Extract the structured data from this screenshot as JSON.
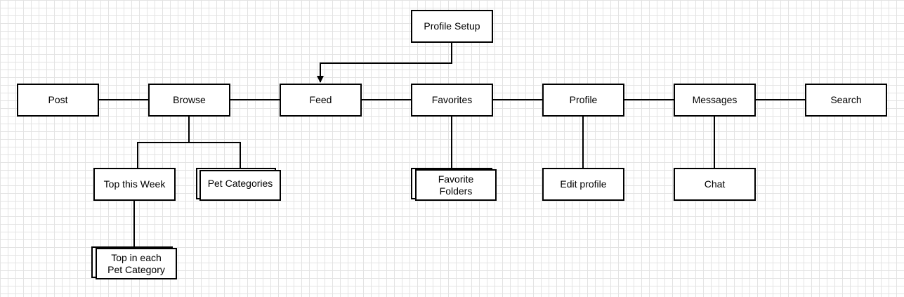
{
  "diagram": {
    "nodes": {
      "profile_setup": "Profile Setup",
      "post": "Post",
      "browse": "Browse",
      "feed": "Feed",
      "favorites": "Favorites",
      "profile": "Profile",
      "messages": "Messages",
      "search": "Search",
      "top_this_week": "Top this Week",
      "pet_categories": "Pet Categories",
      "favorite_folders": "Favorite\nFolders",
      "edit_profile": "Edit profile",
      "chat": "Chat",
      "top_in_each_category": "Top in each\nPet Category"
    },
    "connections": [
      [
        "profile_setup",
        "feed"
      ],
      [
        "post",
        "browse"
      ],
      [
        "browse",
        "feed"
      ],
      [
        "feed",
        "favorites"
      ],
      [
        "favorites",
        "profile"
      ],
      [
        "profile",
        "messages"
      ],
      [
        "messages",
        "search"
      ],
      [
        "browse",
        "top_this_week"
      ],
      [
        "browse",
        "pet_categories"
      ],
      [
        "top_this_week",
        "top_in_each_category"
      ],
      [
        "favorites",
        "favorite_folders"
      ],
      [
        "profile",
        "edit_profile"
      ],
      [
        "messages",
        "chat"
      ]
    ],
    "multi_page_nodes": [
      "pet_categories",
      "favorite_folders",
      "top_in_each_category"
    ]
  }
}
